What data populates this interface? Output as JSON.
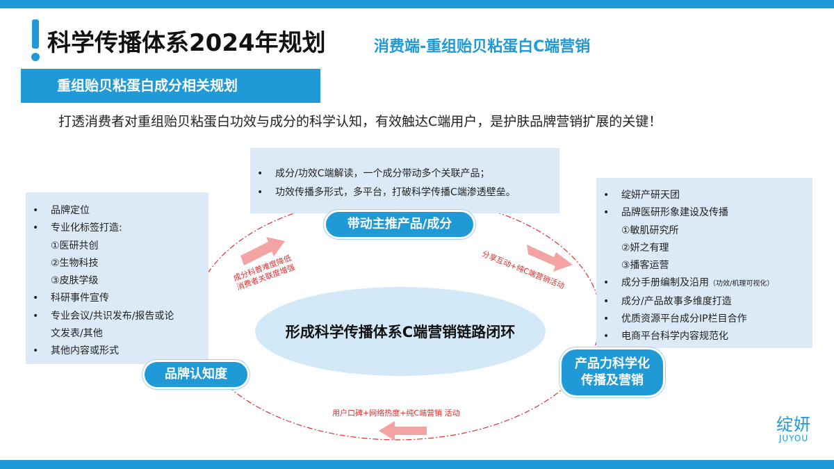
{
  "title": "科学传播体系2024年规划",
  "subtitle": "消费端-重组贻贝粘蛋白C端营销",
  "section_banner": "重组贻贝粘蛋白成分相关规划",
  "tagline": "打透消费者对重组贻贝粘蛋白功效与成分的科学认知，有效触达C端用户，是护肤品牌营销扩展的关键！",
  "center": "形成科学传播体系C端营销链路闭环",
  "nodes": {
    "top": "带动主推产品/成分",
    "left": "品牌认知度",
    "right_line1": "产品力科学化",
    "right_line2": "传播及营销"
  },
  "panels": {
    "left": [
      {
        "bullet": "•",
        "text": "品牌定位"
      },
      {
        "bullet": "•",
        "text": "专业化标签打造:"
      },
      {
        "bullet": "",
        "text": "①医研共创"
      },
      {
        "bullet": "",
        "text": "②生物科技"
      },
      {
        "bullet": "",
        "text": "③皮肤学级"
      },
      {
        "bullet": "•",
        "text": "科研事件宣传"
      },
      {
        "bullet": "•",
        "text": "专业会议/共识发布/报告或论"
      },
      {
        "bullet": "",
        "text": "文发表/其他"
      },
      {
        "bullet": "•",
        "text": "其他内容或形式"
      }
    ],
    "top": [
      {
        "bullet": "•",
        "text": "成分/功效C端解读，一个成分带动多个关联产品；"
      },
      {
        "bullet": "•",
        "text": "功效传播多形式，多平台，打破科学传播C端渗透壁垒。"
      }
    ],
    "right": [
      {
        "bullet": "•",
        "text": "绽妍产研天团"
      },
      {
        "bullet": "•",
        "text": "品牌医研形象建设及传播"
      },
      {
        "bullet": "",
        "text": "①敏肌研究所"
      },
      {
        "bullet": "",
        "text": "②妍之有理"
      },
      {
        "bullet": "",
        "text": "③播客运营"
      },
      {
        "bullet": "•",
        "text": "成分手册编制及沿用",
        "note": "（功效/机理可视化）"
      },
      {
        "bullet": "•",
        "text": "成分/产品故事多维度打造"
      },
      {
        "bullet": "•",
        "text": "优质资源平台成分IP栏目合作"
      },
      {
        "bullet": "•",
        "text": "电商平台科学内容规范化"
      }
    ]
  },
  "arrow_labels": {
    "left_line1": "成分科普难度降低",
    "left_line2": "消费者关联度增强",
    "right": "分享互动+纯C端营销活动",
    "bottom": "用户口碑+网络热度+纯C端营销 活动"
  },
  "logo": {
    "cn": "绽妍",
    "en": "JUYOU"
  },
  "colors": {
    "accent": "#1f9ad6",
    "panel": "#dbeaf6",
    "ellipse": "#d3e9f7",
    "flow": "#e02e2e",
    "arrow": "#f4a3a3"
  }
}
